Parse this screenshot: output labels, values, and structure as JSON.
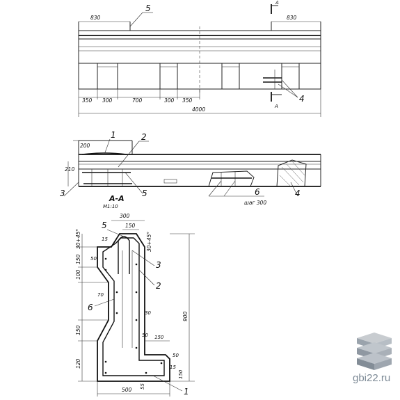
{
  "elevation": {
    "dims_top": [
      "830",
      "830"
    ],
    "dims_bottom": [
      "350",
      "300",
      "700",
      "300",
      "350"
    ],
    "overall_length": "4000",
    "callouts": [
      "5",
      "4"
    ],
    "section_marks": [
      "A",
      "A"
    ]
  },
  "plan": {
    "dim_left_top": "200",
    "dim_left_side": "210",
    "callouts": [
      "1",
      "2",
      "3",
      "5",
      "6",
      "4"
    ],
    "pitch_label": "шаг 300"
  },
  "section": {
    "title": "А-А",
    "scale": "М1:10",
    "dims_top": [
      "300",
      "150"
    ],
    "dims_left": [
      "30+45°",
      "150",
      "100",
      "150",
      "120"
    ],
    "dims_inner": [
      "15",
      "50",
      "70",
      "30",
      "50",
      "150",
      "50",
      "15"
    ],
    "dim_bottom": "500",
    "dim_bottom_right": "55",
    "dim_right": "900",
    "dim_top_right": "30+45°",
    "dim_right_small": "150",
    "callouts": [
      "5",
      "3",
      "2",
      "6",
      "1"
    ]
  },
  "watermark": {
    "site": "gbi22.ru",
    "colors": {
      "top": "#c8ccd0",
      "mid": "#a9b0b8",
      "bottom": "#8f98a2"
    }
  }
}
